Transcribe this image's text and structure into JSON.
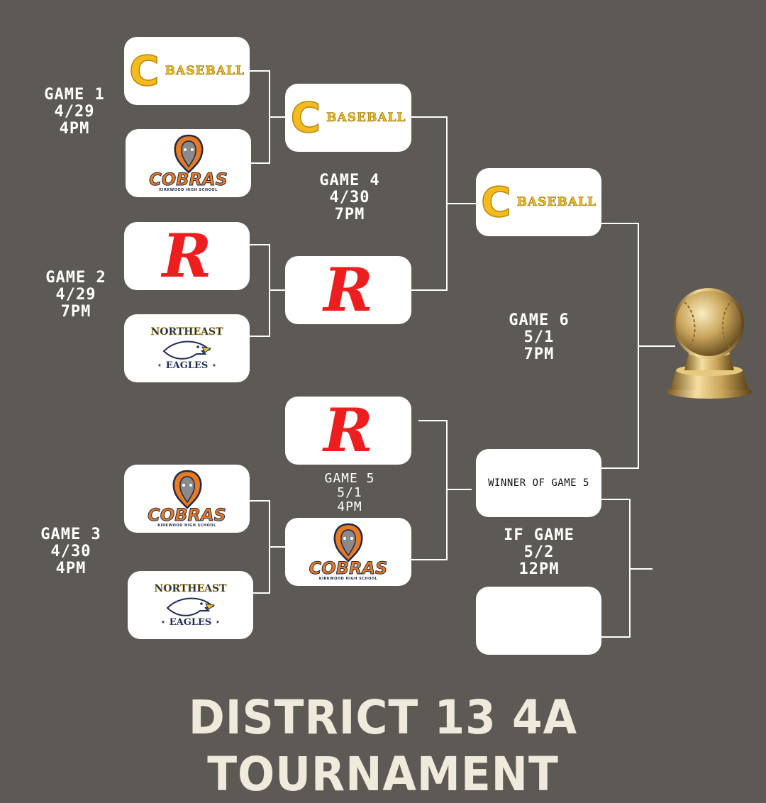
{
  "title": "DISTRICT 13 4A TOURNAMENT",
  "teams": {
    "c_baseball": {
      "letter": "C",
      "word": "BASEBALL"
    },
    "r_team": {
      "letter": "R"
    },
    "cobras": {
      "word": "COBRAS",
      "sub": "KIRKWOOD HIGH SCHOOL"
    },
    "eagles": {
      "top": "NORTHEAST",
      "bottom": "EAGLES"
    }
  },
  "games": {
    "game1": {
      "name": "GAME 1",
      "date": "4/29",
      "time": "4PM"
    },
    "game2": {
      "name": "GAME 2",
      "date": "4/29",
      "time": "7PM"
    },
    "game3": {
      "name": "GAME 3",
      "date": "4/30",
      "time": "4PM"
    },
    "game4": {
      "name": "GAME 4",
      "date": "4/30",
      "time": "7PM"
    },
    "game5": {
      "name": "GAME 5",
      "date": "5/1",
      "time": "4PM"
    },
    "game6": {
      "name": "GAME 6",
      "date": "5/1",
      "time": "7PM"
    },
    "if_game": {
      "name": "IF GAME",
      "date": "5/2",
      "time": "12PM"
    }
  },
  "winner_of_game5": "WINNER OF GAME 5",
  "colors": {
    "background": "#5d5955",
    "c_gold": "#f3bc1c",
    "r_red": "#ef1e1e",
    "cobras_orange": "#e97a21",
    "eagles_navy": "#1e2d5c",
    "title_cream": "#efeadb"
  },
  "icons": [
    "trophy-icon",
    "cobra-icon",
    "eagle-icon"
  ]
}
